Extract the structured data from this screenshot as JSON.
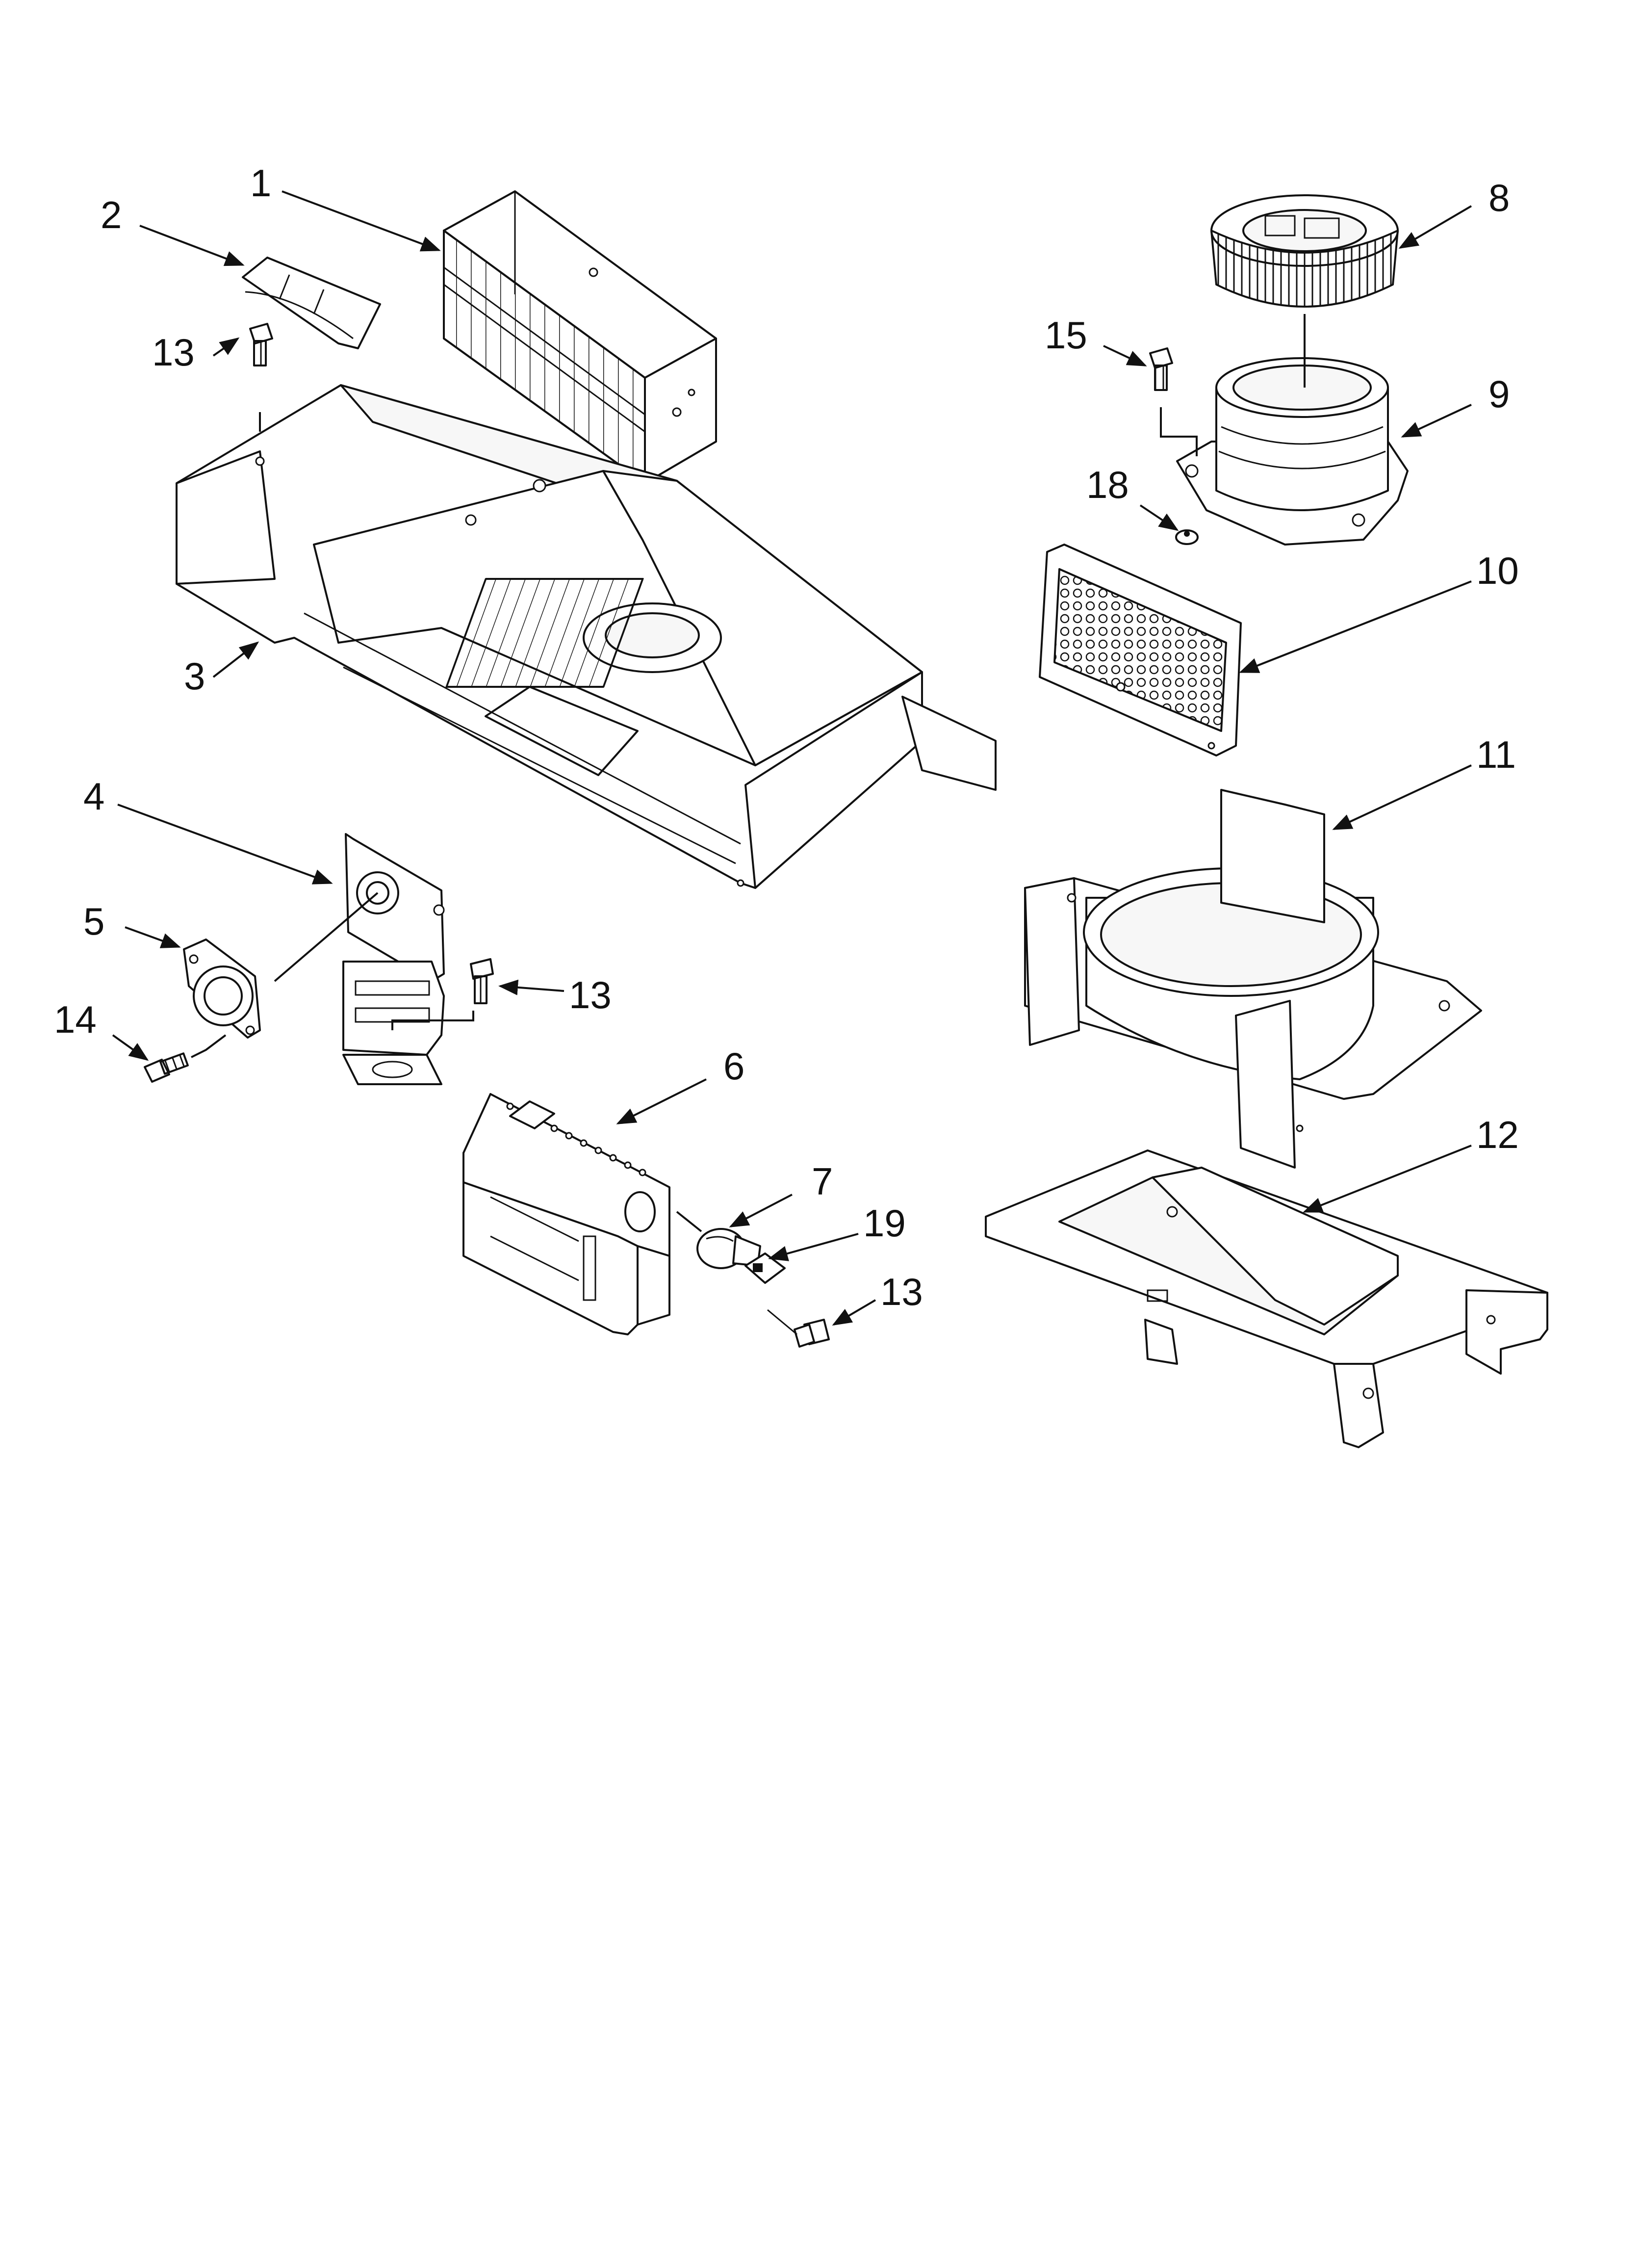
{
  "diagram": {
    "callouts": [
      {
        "id": "c1",
        "text": "1"
      },
      {
        "id": "c2",
        "text": "2"
      },
      {
        "id": "c3",
        "text": "3"
      },
      {
        "id": "c4",
        "text": "4"
      },
      {
        "id": "c5",
        "text": "5"
      },
      {
        "id": "c6",
        "text": "6"
      },
      {
        "id": "c7",
        "text": "7"
      },
      {
        "id": "c8",
        "text": "8"
      },
      {
        "id": "c9",
        "text": "9"
      },
      {
        "id": "c10",
        "text": "10"
      },
      {
        "id": "c11",
        "text": "11"
      },
      {
        "id": "c12",
        "text": "12"
      },
      {
        "id": "c13a",
        "text": "13"
      },
      {
        "id": "c13b",
        "text": "13"
      },
      {
        "id": "c13c",
        "text": "13"
      },
      {
        "id": "c14",
        "text": "14"
      },
      {
        "id": "c15",
        "text": "15"
      },
      {
        "id": "c18",
        "text": "18"
      },
      {
        "id": "c19",
        "text": "19"
      }
    ]
  },
  "colors": {
    "line": "#111111",
    "background": "#ffffff"
  }
}
